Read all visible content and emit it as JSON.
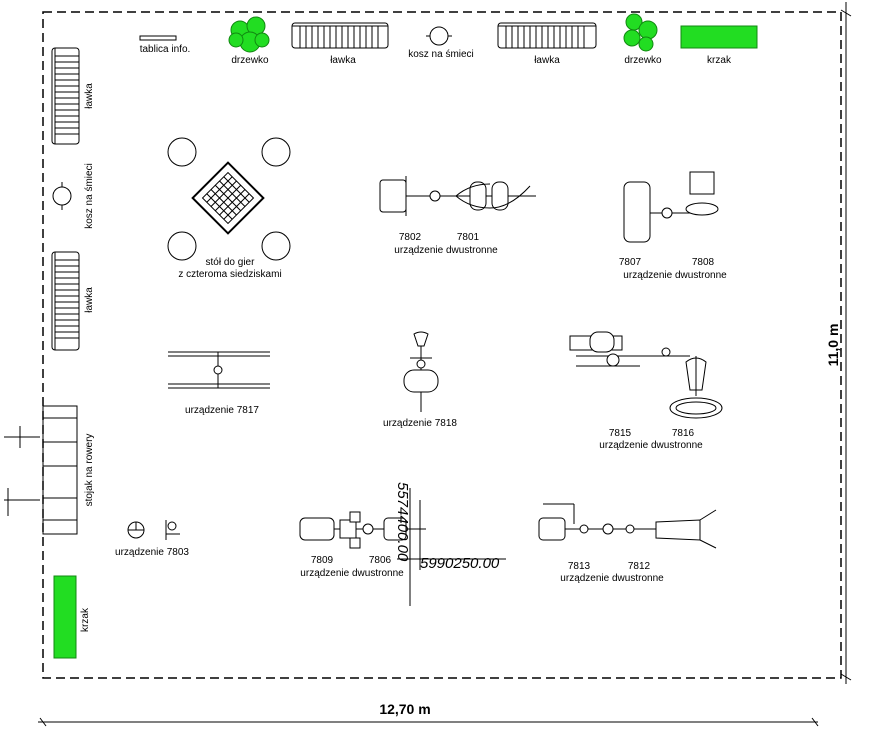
{
  "labels": {
    "tablica": "tablica info.",
    "drzewko": "drzewko",
    "lawka": "ławka",
    "kosz": "kosz na śmieci",
    "krzak": "krzak",
    "stol_line1": "stół do gier",
    "stol_line2": "z czteroma siedziskami",
    "num_7802": "7802",
    "num_7801": "7801",
    "dwustronne": "urządzenie dwustronne",
    "num_7807": "7807",
    "num_7808": "7808",
    "u7817": "urządzenie 7817",
    "u7818": "urządzenie 7818",
    "num_7815": "7815",
    "num_7816": "7816",
    "stojak": "stojak na rowery",
    "u7803": "urządzenie 7803",
    "num_7809": "7809",
    "num_7806": "7806",
    "num_7813": "7813",
    "num_7812": "7812"
  },
  "dimensions": {
    "width": "12,70 m",
    "height": "11,0 m"
  },
  "coordinates": {
    "x": "5990250.00",
    "y": "5574400.00"
  },
  "colors": {
    "green": "#22dd22",
    "dark_green": "#118811"
  }
}
